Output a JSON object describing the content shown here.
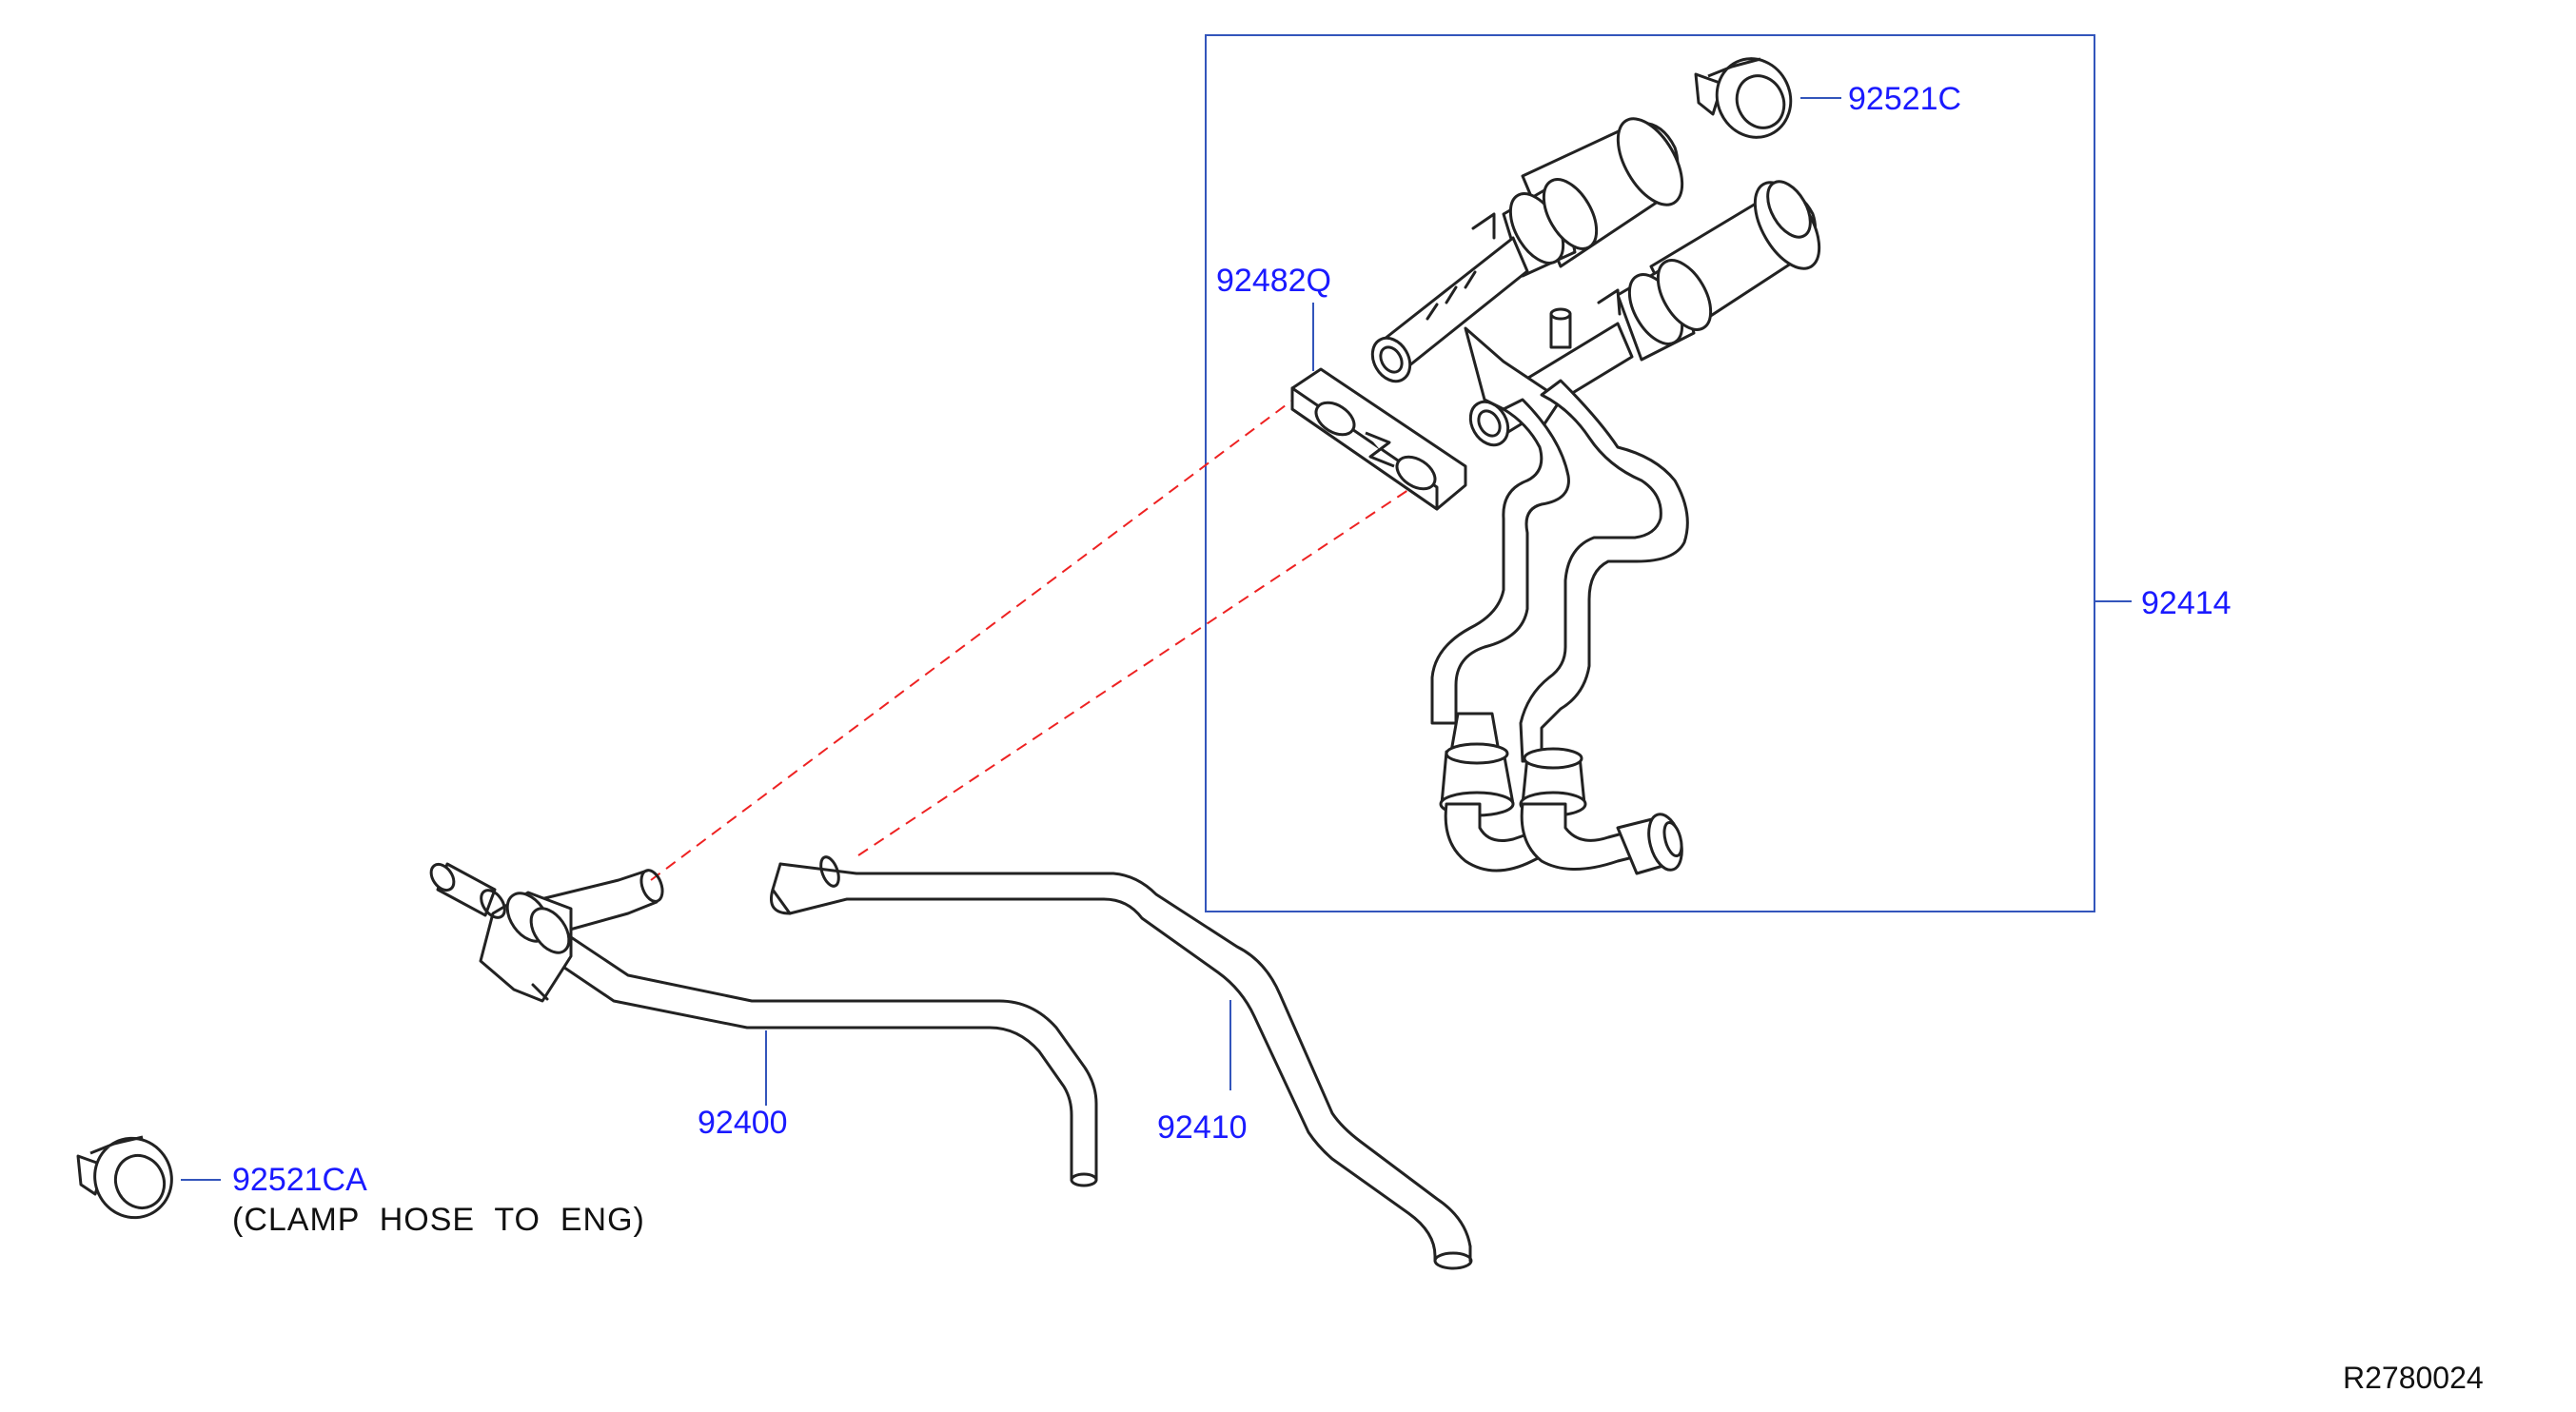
{
  "colors": {
    "label": "#1a1aff",
    "leader": "#3355bb",
    "frame": "#3355bb",
    "outline": "#222222",
    "dashed": "#ee2222",
    "text": "#111111"
  },
  "labels": {
    "clamp_c": "92521C",
    "flange": "92482Q",
    "assembly": "92414",
    "hose_a": "92400",
    "hose_b": "92410",
    "clamp_ca": "92521CA",
    "clamp_note": "(CLAMP  HOSE  TO  ENG)"
  },
  "reference_code": "R2780024",
  "icons": {
    "clamp": "hose-clamp-icon"
  }
}
